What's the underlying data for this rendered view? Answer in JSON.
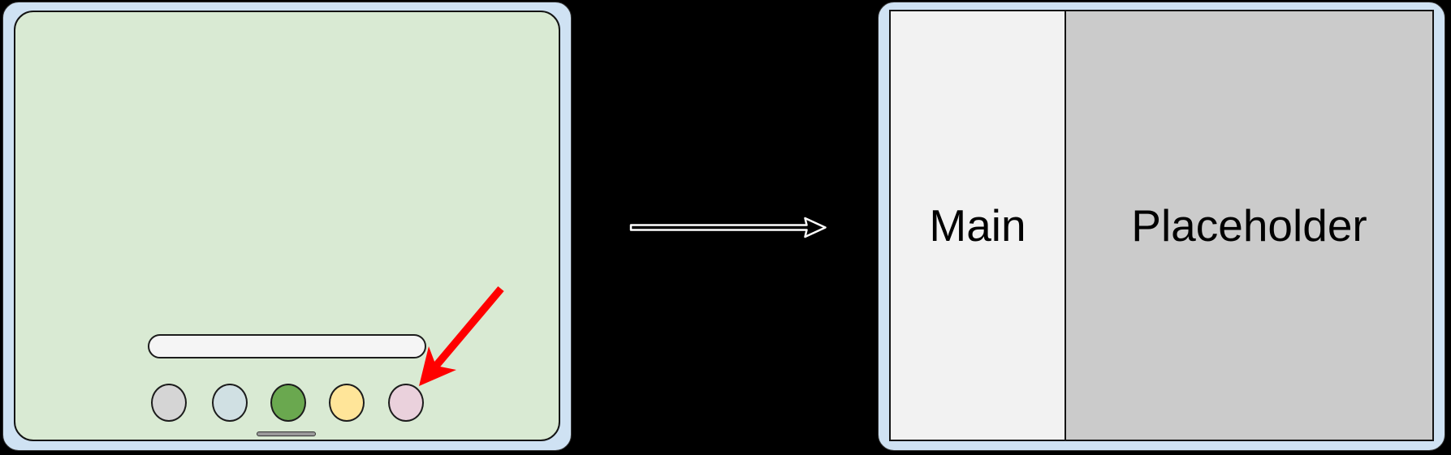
{
  "background": "#000000",
  "left_device": {
    "frame_color": "#cfe2f3",
    "screen_color": "#d9ead3",
    "taskbar": {
      "search_pill_color": "#f5f5f5"
    },
    "dock_icons": [
      {
        "name": "gray-app",
        "color": "#d5d5d5"
      },
      {
        "name": "blue-app",
        "color": "#d0e0e3"
      },
      {
        "name": "green-app",
        "color": "#6aa84f"
      },
      {
        "name": "yellow-app",
        "color": "#ffe599"
      },
      {
        "name": "pink-app",
        "color": "#ead1dc"
      }
    ],
    "home_indicator_color": "#9a9a9a",
    "annotation_arrow_color": "#ff0000"
  },
  "transition_arrow": {
    "fill": "#000000",
    "outline": "#ffffff"
  },
  "right_device": {
    "frame_color": "#cfe2f3",
    "panes": [
      {
        "label": "Main",
        "color": "#f2f2f2"
      },
      {
        "label": "Placeholder",
        "color": "#cbcbcb"
      }
    ]
  }
}
